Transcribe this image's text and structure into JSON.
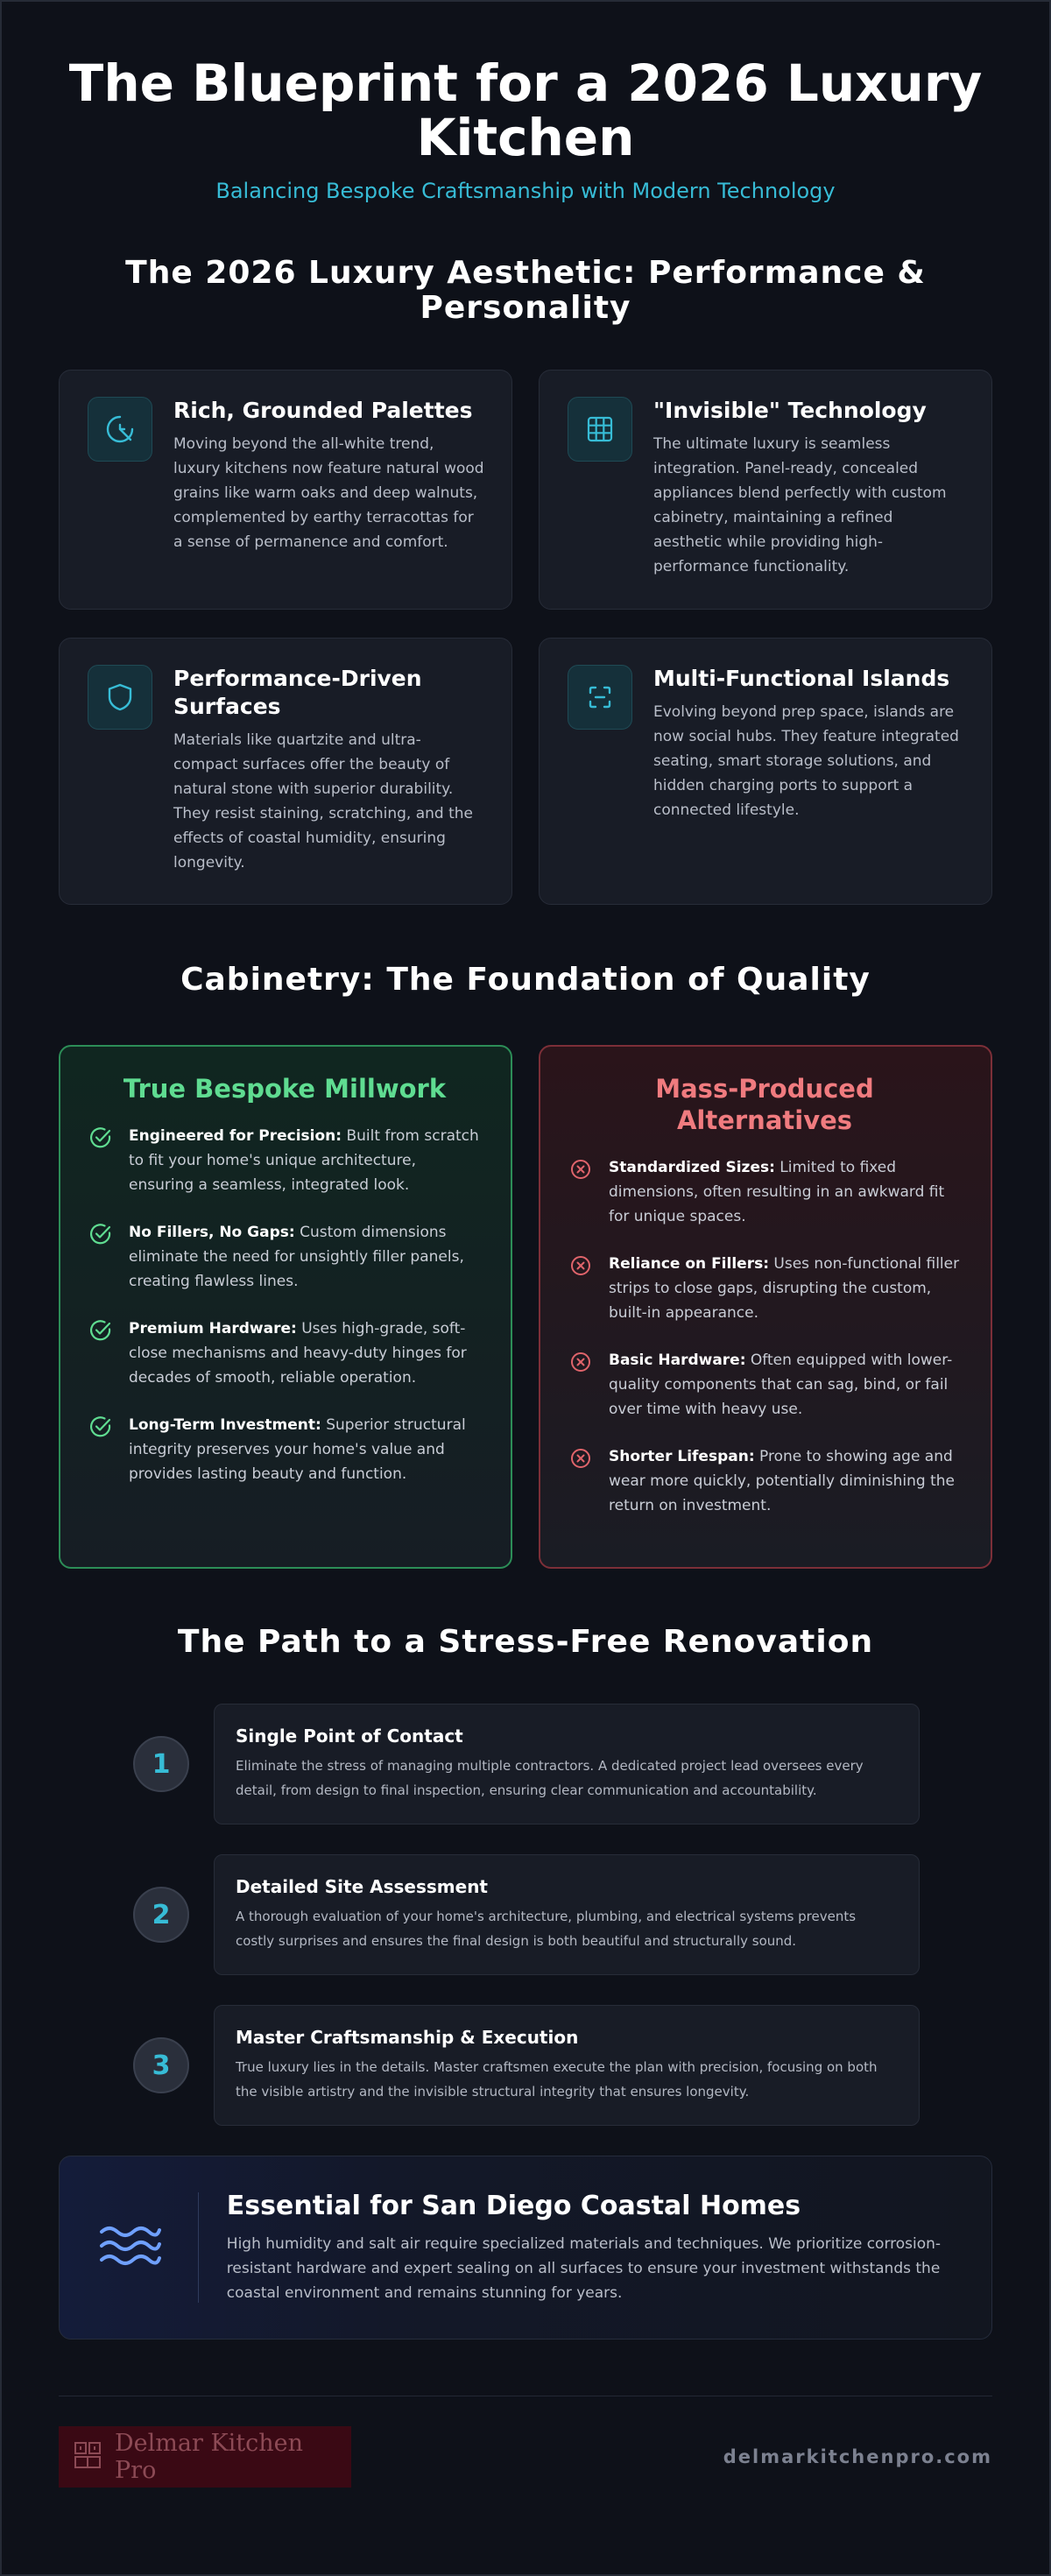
{
  "hero": {
    "title": "The Blueprint for a 2026 Luxury Kitchen",
    "subtitle": "Balancing Bespoke Craftsmanship with Modern Technology"
  },
  "aesthetic": {
    "title": "The 2026 Luxury Aesthetic: Performance & Personality",
    "cards": [
      {
        "icon": "palette-icon",
        "title": "Rich, Grounded Palettes",
        "text": "Moving beyond the all-white trend, luxury kitchens now feature natural wood grains like warm oaks and deep walnuts, complemented by earthy terracottas for a sense of permanence and comfort."
      },
      {
        "icon": "grid-chip-icon",
        "title": "\"Invisible\" Technology",
        "text": "The ultimate luxury is seamless integration. Panel-ready, concealed appliances blend perfectly with custom cabinetry, maintaining a refined aesthetic while providing high-performance functionality."
      },
      {
        "icon": "shield-icon",
        "title": "Performance-Driven Surfaces",
        "text": "Materials like quartzite and ultra-compact surfaces offer the beauty of natural stone with superior durability. They resist staining, scratching, and the effects of coastal humidity, ensuring longevity."
      },
      {
        "icon": "island-frame-icon",
        "title": "Multi-Functional Islands",
        "text": "Evolving beyond prep space, islands are now social hubs. They feature integrated seating, smart storage solutions, and hidden charging ports to support a connected lifestyle."
      }
    ]
  },
  "cabinetry": {
    "title": "Cabinetry: The Foundation of Quality",
    "bespoke": {
      "title": "True Bespoke Millwork",
      "icon": "check-circle-icon",
      "items": [
        {
          "bold": "Engineered for Precision:",
          "text": "Built from scratch to fit your home's unique architecture, ensuring a seamless, integrated look."
        },
        {
          "bold": "No Fillers, No Gaps:",
          "text": "Custom dimensions eliminate the need for unsightly filler panels, creating flawless lines."
        },
        {
          "bold": "Premium Hardware:",
          "text": "Uses high-grade, soft-close mechanisms and heavy-duty hinges for decades of smooth, reliable operation."
        },
        {
          "bold": "Long-Term Investment:",
          "text": "Superior structural integrity preserves your home's value and provides lasting beauty and function."
        }
      ]
    },
    "mass": {
      "title": "Mass-Produced Alternatives",
      "icon": "x-circle-icon",
      "items": [
        {
          "bold": "Standardized Sizes:",
          "text": "Limited to fixed dimensions, often resulting in an awkward fit for unique spaces."
        },
        {
          "bold": "Reliance on Fillers:",
          "text": "Uses non-functional filler strips to close gaps, disrupting the custom, built-in appearance."
        },
        {
          "bold": "Basic Hardware:",
          "text": "Often equipped with lower-quality components that can sag, bind, or fail over time with heavy use."
        },
        {
          "bold": "Shorter Lifespan:",
          "text": "Prone to showing age and wear more quickly, potentially diminishing the return on investment."
        }
      ]
    }
  },
  "path": {
    "title": "The Path to a Stress-Free Renovation",
    "steps": [
      {
        "num": "1",
        "title": "Single Point of Contact",
        "text": "Eliminate the stress of managing multiple contractors. A dedicated project lead oversees every detail, from design to final inspection, ensuring clear communication and accountability."
      },
      {
        "num": "2",
        "title": "Detailed Site Assessment",
        "text": "A thorough evaluation of your home's architecture, plumbing, and electrical systems prevents costly surprises and ensures the final design is both beautiful and structurally sound."
      },
      {
        "num": "3",
        "title": "Master Craftsmanship & Execution",
        "text": "True luxury lies in the details. Master craftsmen execute the plan with precision, focusing on both the visible artistry and the invisible structural integrity that ensures longevity."
      }
    ]
  },
  "coastal": {
    "icon": "waves-icon",
    "title": "Essential for San Diego Coastal Homes",
    "text": "High humidity and salt air require specialized materials and techniques. We prioritize corrosion-resistant hardware and expert sealing on all surfaces to ensure your investment withstands the coastal environment and remains stunning for years."
  },
  "footer": {
    "logo_text": "Delmar Kitchen Pro",
    "domain": "delmarkitchenpro.com"
  },
  "colors": {
    "accent": "#37bcd6",
    "good": "#5fdc91",
    "bad": "#f07b7f",
    "background": "#0e1119"
  }
}
